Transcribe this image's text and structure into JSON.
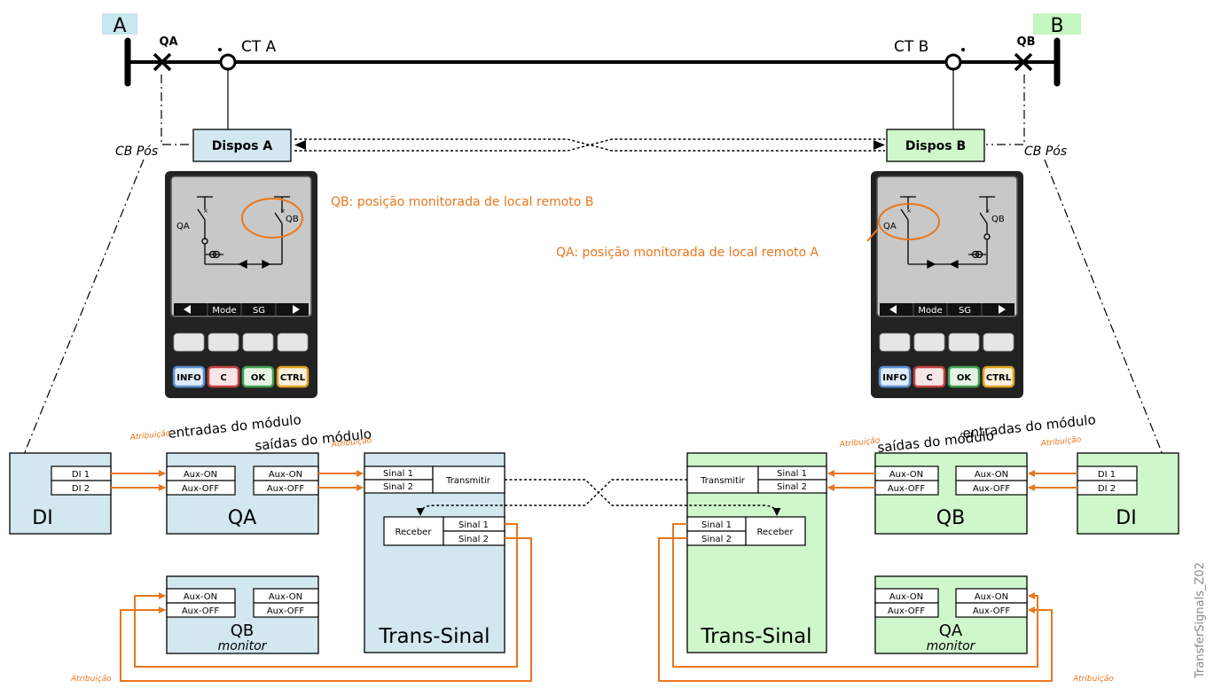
{
  "diagram": {
    "busbar": {
      "left_label": "A",
      "right_label": "B",
      "left_cb": "QA",
      "right_cb": "QB",
      "left_ct": "CT A",
      "right_ct": "CT B"
    },
    "devices": {
      "left": "Dispos A",
      "right": "Dispos B"
    },
    "cb_pos_label": "CB Pós",
    "annotations": {
      "left": "QB: posição monitorada de local remoto B",
      "right": "QA: posição monitorada de local remoto A"
    },
    "hmi": {
      "softkeys": [
        "Mode",
        "SG"
      ],
      "buttons": [
        "INFO",
        "C",
        "OK",
        "CTRL"
      ],
      "lcd_labels": {
        "qa": "QA",
        "qb": "QB"
      },
      "button_colors": {
        "INFO": "#5a8fd0",
        "C": "#c04040",
        "OK": "#40a050",
        "CTRL": "#e0a020"
      }
    },
    "assign_label": "Atribuição",
    "module_inputs": "entradas do módulo",
    "module_outputs": "saídas do módulo",
    "di_block": {
      "title": "DI",
      "rows": [
        "DI 1",
        "DI 2"
      ]
    },
    "breaker_rows": [
      "Aux-ON",
      "Aux-OFF"
    ],
    "left_breaker": "QA",
    "right_breaker": "QB",
    "left_monitor": {
      "title": "QB",
      "sub": "monitor"
    },
    "right_monitor": {
      "title": "QA",
      "sub": "monitor"
    },
    "trans": {
      "title": "Trans-Sinal",
      "transmit": "Transmitir",
      "receive": "Receber",
      "signals": [
        "Sinal 1",
        "Sinal 2"
      ]
    },
    "figure_id": "TransferSignals_Z02",
    "colors": {
      "blue": "#d2e7ee",
      "green": "#cff7cb",
      "orange": "#e8771e"
    }
  }
}
